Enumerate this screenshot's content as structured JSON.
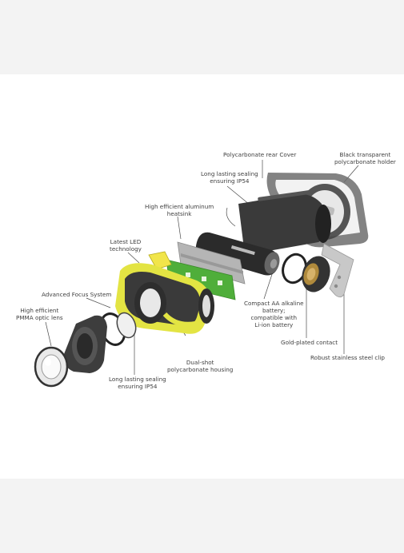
{
  "labels": {
    "rear_cover": [
      "Polycarbonate rear Cover"
    ],
    "holder": [
      "Black transparent",
      "polycarbonate holder"
    ],
    "sealing_top": [
      "Long lasting sealing",
      "ensuring IP54"
    ],
    "heatsink": [
      "High efficient aluminum",
      "heatsink"
    ],
    "led": [
      "Latest LED",
      "technology"
    ],
    "focus": [
      "Advanced Focus System"
    ],
    "lens": [
      "High efficient",
      "PMMA optic lens"
    ],
    "battery": [
      "Compact AA alkaline",
      "battery;",
      "compatible with",
      "Li-ion battery"
    ],
    "gold_contact": [
      "Gold-plated contact"
    ],
    "clip": [
      "Robust stainless steel clip"
    ],
    "housing": [
      "Dual-shot",
      "polycarbonate housing"
    ],
    "sealing_bottom": [
      "Long lasting sealing",
      "ensuring IP54"
    ]
  },
  "colors": {
    "housing_yellow": "#e3e443",
    "heatsink_green": "#4fae3a",
    "dark_rubber": "#3a3a3a",
    "steel": "#bdbdbd"
  }
}
